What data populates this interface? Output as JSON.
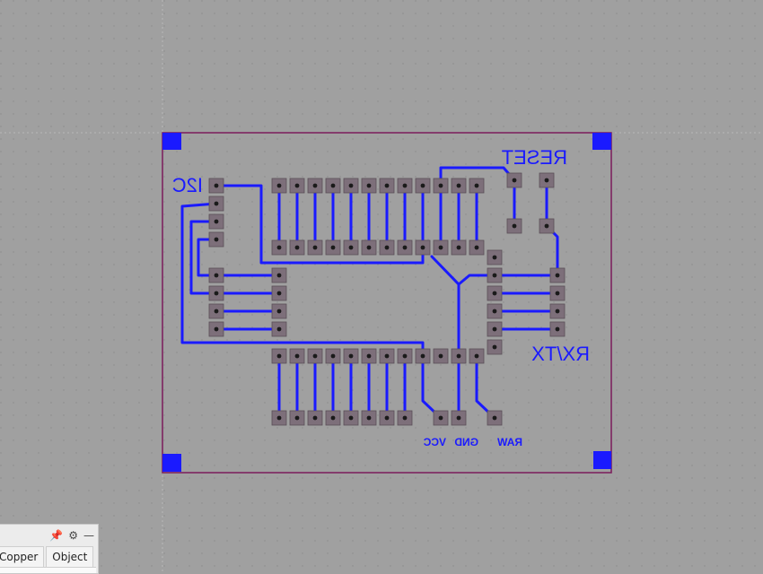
{
  "labels": {
    "reset": "RESET",
    "i2c": "I2C",
    "rxtx": "RX/TX",
    "vcc": "VCC",
    "gnd": "GND",
    "raw": "RAW"
  },
  "panel": {
    "tabs": [
      {
        "label": "Copper"
      },
      {
        "label": "Object"
      }
    ],
    "icons": [
      "pin-icon",
      "gear-icon",
      "minimize-icon"
    ]
  },
  "colors": {
    "canvas": "#a0a0a0",
    "grid_dot": "#8a8a8a",
    "trace": "#1a1aff",
    "board_outline": "#7a1a5a",
    "pad_fill": "#7d6f7a",
    "pad_hole": "#1a1a1a",
    "label": "#1a1aff"
  }
}
